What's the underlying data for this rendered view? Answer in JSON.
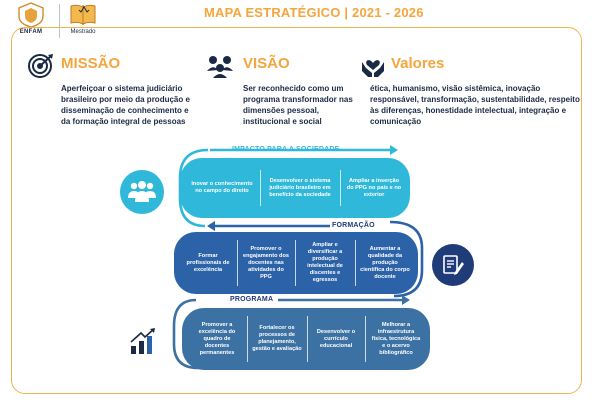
{
  "header": {
    "enfam_label": "ENFAM",
    "mestrado_label": "Mestrado",
    "title": "MAPA ESTRATÉGICO | 2021 - 2026"
  },
  "missao": {
    "title": "MISSÃO",
    "text": "Aperfeiçoar o sistema judiciário brasileiro por meio da produção e disseminação de conhecimento e da formação integral de pessoas"
  },
  "visao": {
    "title": "VISÃO",
    "text": "Ser reconhecido como um programa transformador nas dimensões pessoal, institucional e social"
  },
  "valores": {
    "title": "Valores",
    "text": "ética, humanismo, visão sistêmica, inovação responsável, transformação, sustentabilidade, respeito às diferenças, honestidade intelectual, integração e comunicação"
  },
  "impacto": {
    "label": "IMPACTO PARA A SOCIEDADE",
    "items": [
      "Inovar o conhecimento no campo do direito",
      "Desenvolver o sistema judiciário brasileiro em benefício da sociedade",
      "Ampliar a inserção do PPG no país e no exterior"
    ]
  },
  "formacao": {
    "label": "FORMAÇÃO",
    "items": [
      "Formar profissionais de excelência",
      "Promover o engajamento dos docentes nas atividades do PPG",
      "Ampliar e diversificar a produção intelectual de discentes e egressos",
      "Aumentar a qualidade da produção científica do corpo docente"
    ]
  },
  "programa": {
    "label": "PROGRAMA",
    "items": [
      "Promover a excelência do quadro de docentes permanentes",
      "Fortalecer os processos de planejamento, gestão e avaliação",
      "Desenvolver o currículo educacional",
      "Melhorar a infraestrutura física, tecnológica e o acervo bibliográfico"
    ]
  },
  "icons": {
    "missao": "target-icon",
    "visao": "people-network-icon",
    "valores": "hands-heart-icon",
    "impacto": "group-icon",
    "formacao": "document-pen-icon",
    "programa": "growth-chart-icon"
  },
  "colors": {
    "accent": "#f4a53c",
    "navy": "#1b2a44",
    "cyan": "#2fb8d9",
    "blue": "#2b62a8",
    "steel": "#3c71a3"
  }
}
